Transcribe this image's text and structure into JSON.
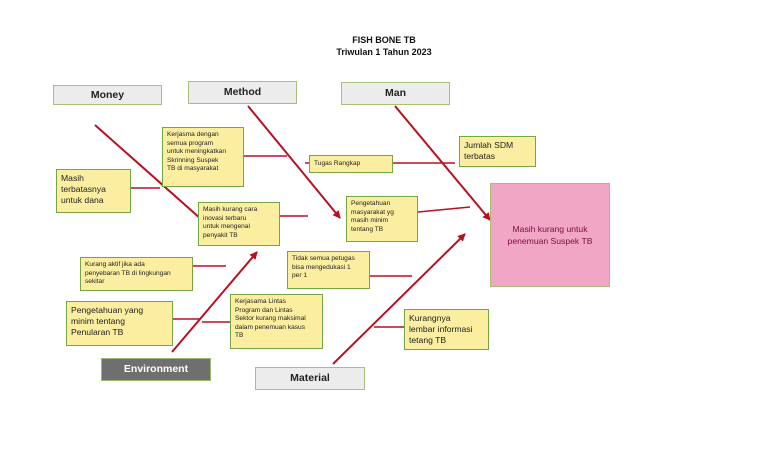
{
  "header": {
    "title": "FISH BONE TB",
    "subtitle": "Triwulan 1 Tahun 2023"
  },
  "categories": {
    "money": "Money",
    "method": "Method",
    "man": "Man",
    "environment": "Environment",
    "material": "Material"
  },
  "effect": {
    "lines": [
      "Masih kurang untuk",
      "penemuan Suspek TB"
    ]
  },
  "causes": {
    "method_kerjasama": [
      "Kerjasma dengan",
      "semua program",
      "untuk meningkatkan",
      "Skrinning Suspek",
      "TB di masyarakat"
    ],
    "method_tugas": [
      "Tugas Rangkap"
    ],
    "method_pengetahuan": [
      "Pengetahuan",
      "masyarakat yg",
      "masih minim",
      "tentang TB"
    ],
    "money_masih": [
      "Masih",
      "terbatasnya",
      "untuk dana"
    ],
    "money_masih_kurang": [
      "Masih kurang cara",
      "inovasi terbaru",
      "untuk mengenal",
      "penyakit TB"
    ],
    "man_jumlah": [
      "Jumlah SDM",
      "terbatas"
    ],
    "man_tidak": [
      "Tidak semua petugas",
      "bisa mengedukasi 1",
      "per 1"
    ],
    "env_kurang": [
      "Kurang aktif jika ada",
      "penyebaran TB di lingkungan",
      "sekitar"
    ],
    "env_pengetahuan": [
      "Pengetahuan yang",
      "minim tentang",
      "Penularan TB"
    ],
    "env_kerjasama": [
      "Kerjasama Lintas",
      "Program dan Lintas",
      "Sektor kurang maksimal",
      "dalam penemuan kasus",
      "TB"
    ],
    "material_kurangnya": [
      "Kurangnya",
      "lembar informasi",
      "tetang TB"
    ]
  },
  "colors": {
    "bone": "#b81020",
    "note_fill": "#fbeea0",
    "note_border": "#74a742",
    "effect_fill": "#f0a6c4"
  }
}
